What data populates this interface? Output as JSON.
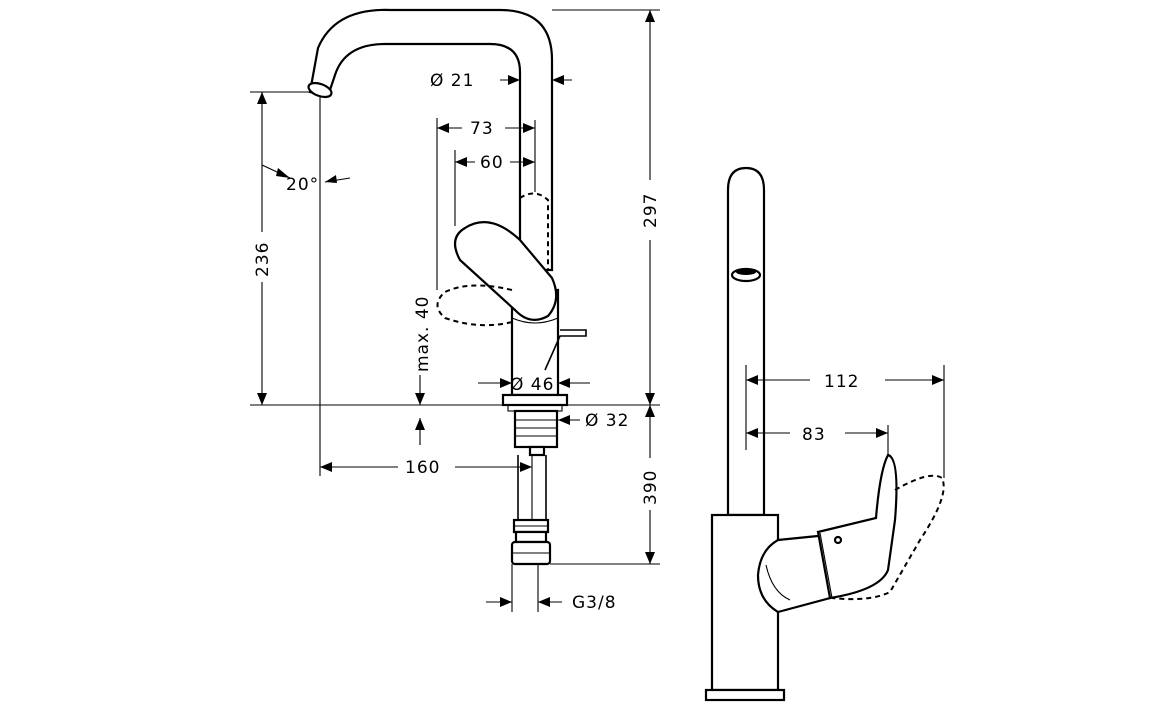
{
  "dimensions": {
    "angle": "20°",
    "spout_diameter": "Ø 21",
    "lever_reach_73": "73",
    "lever_reach_60": "60",
    "total_height": "297",
    "spout_height": "236",
    "max_thickness": "max. 40",
    "body_diameter": "Ø 46",
    "shank_diameter": "Ø 32",
    "spout_projection": "160",
    "below_deck": "390",
    "connection": "G3/8",
    "side_projection_112": "112",
    "side_projection_83": "83"
  }
}
